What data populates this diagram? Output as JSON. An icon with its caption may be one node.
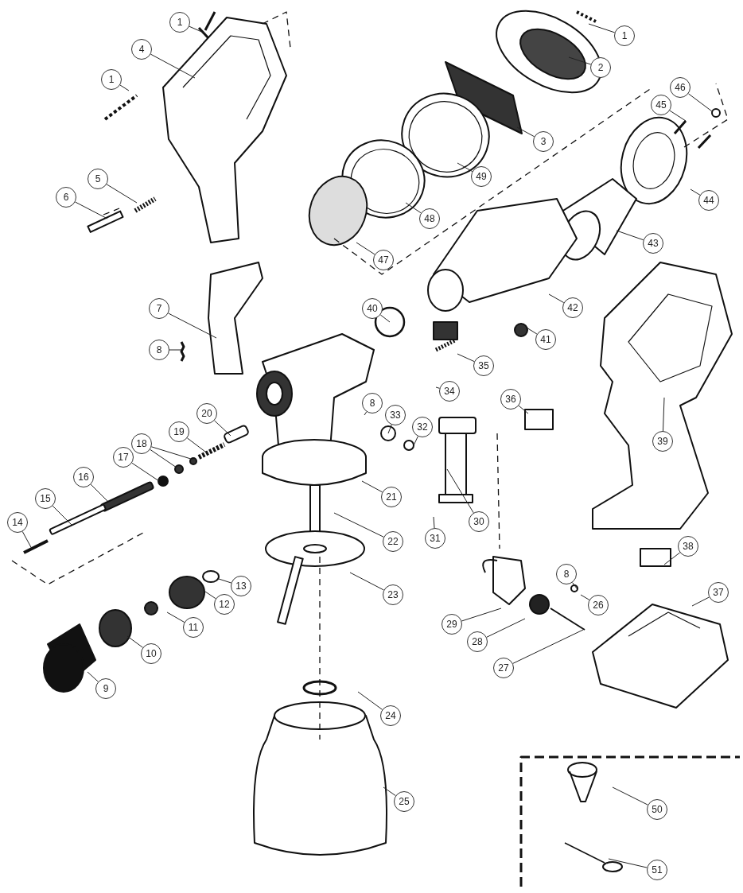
{
  "diagram": {
    "nodes": [
      {
        "text": [
          "1"
        ]
      },
      {
        "text": [
          "4"
        ]
      },
      {
        "text": [
          "1"
        ]
      },
      {
        "text": [
          "5"
        ]
      },
      {
        "text": [
          "6"
        ]
      },
      {
        "text": [
          "1"
        ]
      },
      {
        "text": [
          "2"
        ]
      },
      {
        "text": [
          "3"
        ]
      },
      {
        "text": [
          "49"
        ]
      },
      {
        "text": [
          "48"
        ]
      },
      {
        "text": [
          "47"
        ]
      },
      {
        "text": [
          "46"
        ]
      },
      {
        "text": [
          "45"
        ]
      },
      {
        "text": [
          "44"
        ]
      },
      {
        "text": [
          "43"
        ]
      },
      {
        "text": [
          "42"
        ]
      },
      {
        "text": [
          "41"
        ]
      },
      {
        "text": [
          "40"
        ]
      },
      {
        "text": [
          "35"
        ]
      },
      {
        "text": [
          "34"
        ]
      },
      {
        "text": [
          "8"
        ]
      },
      {
        "text": [
          "33"
        ]
      },
      {
        "text": [
          "32"
        ]
      },
      {
        "text": [
          "36"
        ]
      },
      {
        "text": [
          "39"
        ]
      },
      {
        "text": [
          "7"
        ]
      },
      {
        "text": [
          "8"
        ]
      },
      {
        "text": [
          "20"
        ]
      },
      {
        "text": [
          "19"
        ]
      },
      {
        "text": [
          "18"
        ]
      },
      {
        "text": [
          "17"
        ]
      },
      {
        "text": [
          "16"
        ]
      },
      {
        "text": [
          "15"
        ]
      },
      {
        "text": [
          "14"
        ]
      },
      {
        "text": [
          "21"
        ]
      },
      {
        "text": [
          "31"
        ]
      },
      {
        "text": [
          "30"
        ]
      },
      {
        "text": [
          "22"
        ]
      },
      {
        "text": [
          "23"
        ]
      },
      {
        "text": [
          "38"
        ]
      },
      {
        "text": [
          "8"
        ]
      },
      {
        "text": [
          "37"
        ]
      },
      {
        "text": [
          "26"
        ]
      },
      {
        "text": [
          "29"
        ]
      },
      {
        "text": [
          "28"
        ]
      },
      {
        "text": [
          "27"
        ]
      },
      {
        "text": [
          "24"
        ]
      },
      {
        "text": [
          "25"
        ]
      },
      {
        "text": [
          "50"
        ]
      },
      {
        "text": [
          "51"
        ]
      },
      {
        "text": [
          "13"
        ]
      },
      {
        "text": [
          "12"
        ]
      },
      {
        "text": [
          "11"
        ]
      },
      {
        "text": [
          "10"
        ]
      },
      {
        "text": [
          "9"
        ]
      }
    ],
    "edges": [
      {
        "from": 0,
        "to": null,
        "arrow": "none"
      },
      {
        "from": 1,
        "to": null,
        "arrow": "none"
      },
      {
        "from": 2,
        "to": null,
        "arrow": "none"
      },
      {
        "from": 3,
        "to": null,
        "arrow": "none"
      },
      {
        "from": 4,
        "to": null,
        "arrow": "none"
      },
      {
        "from": 5,
        "to": null,
        "arrow": "none"
      },
      {
        "from": 6,
        "to": null,
        "arrow": "none"
      },
      {
        "from": 7,
        "to": null,
        "arrow": "none"
      },
      {
        "from": 8,
        "to": null,
        "arrow": "none"
      },
      {
        "from": 9,
        "to": null,
        "arrow": "none"
      },
      {
        "from": 10,
        "to": null,
        "arrow": "none"
      },
      {
        "from": 11,
        "to": null,
        "arrow": "none"
      },
      {
        "from": 12,
        "to": null,
        "arrow": "none"
      },
      {
        "from": 13,
        "to": null,
        "arrow": "none"
      },
      {
        "from": 14,
        "to": null,
        "arrow": "none"
      },
      {
        "from": 15,
        "to": null,
        "arrow": "none"
      },
      {
        "from": 16,
        "to": null,
        "arrow": "none"
      },
      {
        "from": 17,
        "to": null,
        "arrow": "none"
      },
      {
        "from": 18,
        "to": null,
        "arrow": "none"
      },
      {
        "from": 19,
        "to": null,
        "arrow": "none"
      },
      {
        "from": 20,
        "to": null,
        "arrow": "none"
      },
      {
        "from": 21,
        "to": null,
        "arrow": "none"
      },
      {
        "from": 22,
        "to": null,
        "arrow": "none"
      },
      {
        "from": 23,
        "to": null,
        "arrow": "none"
      },
      {
        "from": 24,
        "to": null,
        "arrow": "none"
      },
      {
        "from": 25,
        "to": null,
        "arrow": "none"
      },
      {
        "from": 26,
        "to": null,
        "arrow": "none"
      },
      {
        "from": 27,
        "to": null,
        "arrow": "none"
      },
      {
        "from": 28,
        "to": null,
        "arrow": "none"
      },
      {
        "from": 29,
        "to": null,
        "arrow": "none"
      },
      {
        "from": 29,
        "to": null,
        "arrow": "none"
      },
      {
        "from": 30,
        "to": null,
        "arrow": "none"
      },
      {
        "from": 31,
        "to": null,
        "arrow": "none"
      },
      {
        "from": 32,
        "to": null,
        "arrow": "none"
      },
      {
        "from": 33,
        "to": null,
        "arrow": "none"
      },
      {
        "from": 34,
        "to": null,
        "arrow": "none"
      },
      {
        "from": 35,
        "to": null,
        "arrow": "none"
      },
      {
        "from": 36,
        "to": null,
        "arrow": "none"
      },
      {
        "from": 37,
        "to": null,
        "arrow": "none"
      },
      {
        "from": 38,
        "to": null,
        "arrow": "none"
      },
      {
        "from": 39,
        "to": null,
        "arrow": "none"
      },
      {
        "from": 40,
        "to": null,
        "arrow": "none"
      },
      {
        "from": 41,
        "to": null,
        "arrow": "none"
      },
      {
        "from": 42,
        "to": null,
        "arrow": "none"
      },
      {
        "from": 43,
        "to": null,
        "arrow": "none"
      },
      {
        "from": 44,
        "to": null,
        "arrow": "none"
      },
      {
        "from": 45,
        "to": null,
        "arrow": "none"
      },
      {
        "from": 46,
        "to": null,
        "arrow": "none"
      },
      {
        "from": 47,
        "to": null,
        "arrow": "none"
      },
      {
        "from": 48,
        "to": null,
        "arrow": "none"
      },
      {
        "from": 49,
        "to": null,
        "arrow": "none"
      },
      {
        "from": 50,
        "to": null,
        "arrow": "none"
      },
      {
        "from": 51,
        "to": null,
        "arrow": "none"
      },
      {
        "from": 52,
        "to": null,
        "arrow": "none"
      },
      {
        "from": 53,
        "to": null,
        "arrow": "none"
      },
      {
        "from": 54,
        "to": null,
        "arrow": "none"
      }
    ]
  }
}
